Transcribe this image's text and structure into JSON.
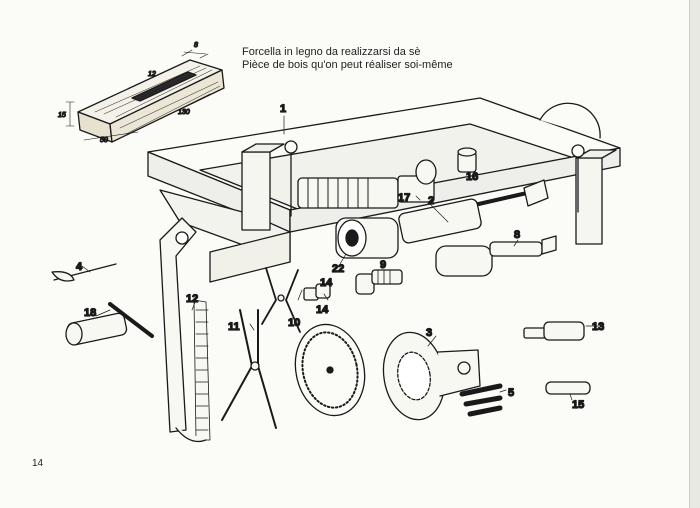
{
  "caption": {
    "italian": "Forcella in legno da realizzarsi da sè",
    "french": "Pièce de bois qu'on peut réaliser soi-même"
  },
  "dimensions": [
    "8",
    "12",
    "130",
    "15",
    "50"
  ],
  "part_labels": [
    "1",
    "2",
    "3",
    "4",
    "5",
    "8",
    "9",
    "10",
    "11",
    "12",
    "13",
    "14",
    "14",
    "15",
    "16",
    "17",
    "18",
    "22"
  ],
  "page_number": "14"
}
